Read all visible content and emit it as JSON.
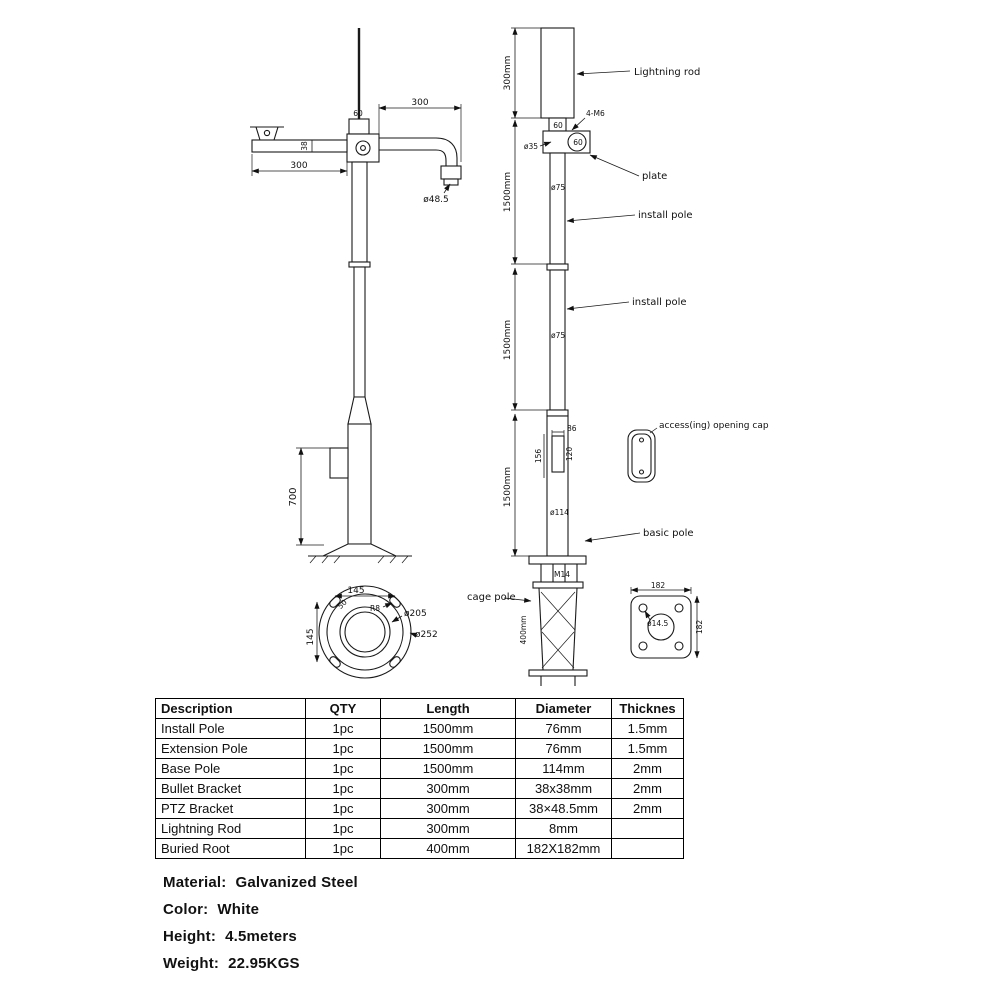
{
  "colors": {
    "ink": "#111111",
    "line": "#1a1a1a",
    "background": "#ffffff"
  },
  "drawing": {
    "left": {
      "dim_arm_top_300": "300",
      "dim_top_60": "60",
      "dim_arm_38": "38",
      "dim_arm_left_300": "300",
      "dim_d48": "ø48.5",
      "dim_700": "700"
    },
    "right": {
      "dim_300mm": "300mm",
      "dim_1500_1": "1500mm",
      "dim_1500_2": "1500mm",
      "dim_1500_3": "1500mm",
      "label_lightning_rod": "Lightning rod",
      "dim_4m6": "4-M6",
      "dim_60a": "60",
      "dim_60b": "60",
      "dim_d35": "ø35",
      "label_plate": "plate",
      "label_install_pole_1": "install pole",
      "label_install_pole_2": "install pole",
      "dim_d75_1": "ø75",
      "dim_d75_2": "ø75",
      "dim_86": "86",
      "dim_156": "156",
      "dim_120": "120",
      "label_access_cap": "access(ing) opening cap",
      "dim_d114": "ø114",
      "label_basic_pole": "basic pole"
    },
    "base": {
      "dim_145_top": "145",
      "dim_145_left": "145",
      "dim_50": "50",
      "dim_r8": "R8",
      "dim_d205": "ø205",
      "dim_d252": "ø252"
    },
    "cage": {
      "label": "cage pole",
      "dim_m14": "M14",
      "dim_400": "400mm"
    },
    "root": {
      "dim_182_top": "182",
      "dim_182_right": "182",
      "dim_d145": "ø14.5"
    }
  },
  "table": {
    "headers": [
      "Description",
      "QTY",
      "Length",
      "Diameter",
      "Thicknes"
    ],
    "rows": [
      [
        "Install Pole",
        "1pc",
        "1500mm",
        "76mm",
        "1.5mm"
      ],
      [
        "Extension Pole",
        "1pc",
        "1500mm",
        "76mm",
        "1.5mm"
      ],
      [
        "Base Pole",
        "1pc",
        "1500mm",
        "114mm",
        "2mm"
      ],
      [
        "Bullet Bracket",
        "1pc",
        "300mm",
        "38x38mm",
        "2mm"
      ],
      [
        "PTZ Bracket",
        "1pc",
        "300mm",
        "38×48.5mm",
        "2mm"
      ],
      [
        "Lightning Rod",
        "1pc",
        "300mm",
        "8mm",
        ""
      ],
      [
        "Buried Root",
        "1pc",
        "400mm",
        "182X182mm",
        ""
      ]
    ]
  },
  "footer": {
    "material_label": "Material:",
    "material_value": "Galvanized Steel",
    "color_label": "Color:",
    "color_value": "White",
    "height_label": "Height:",
    "height_value": "4.5meters",
    "weight_label": "Weight:",
    "weight_value": "22.95KGS"
  }
}
